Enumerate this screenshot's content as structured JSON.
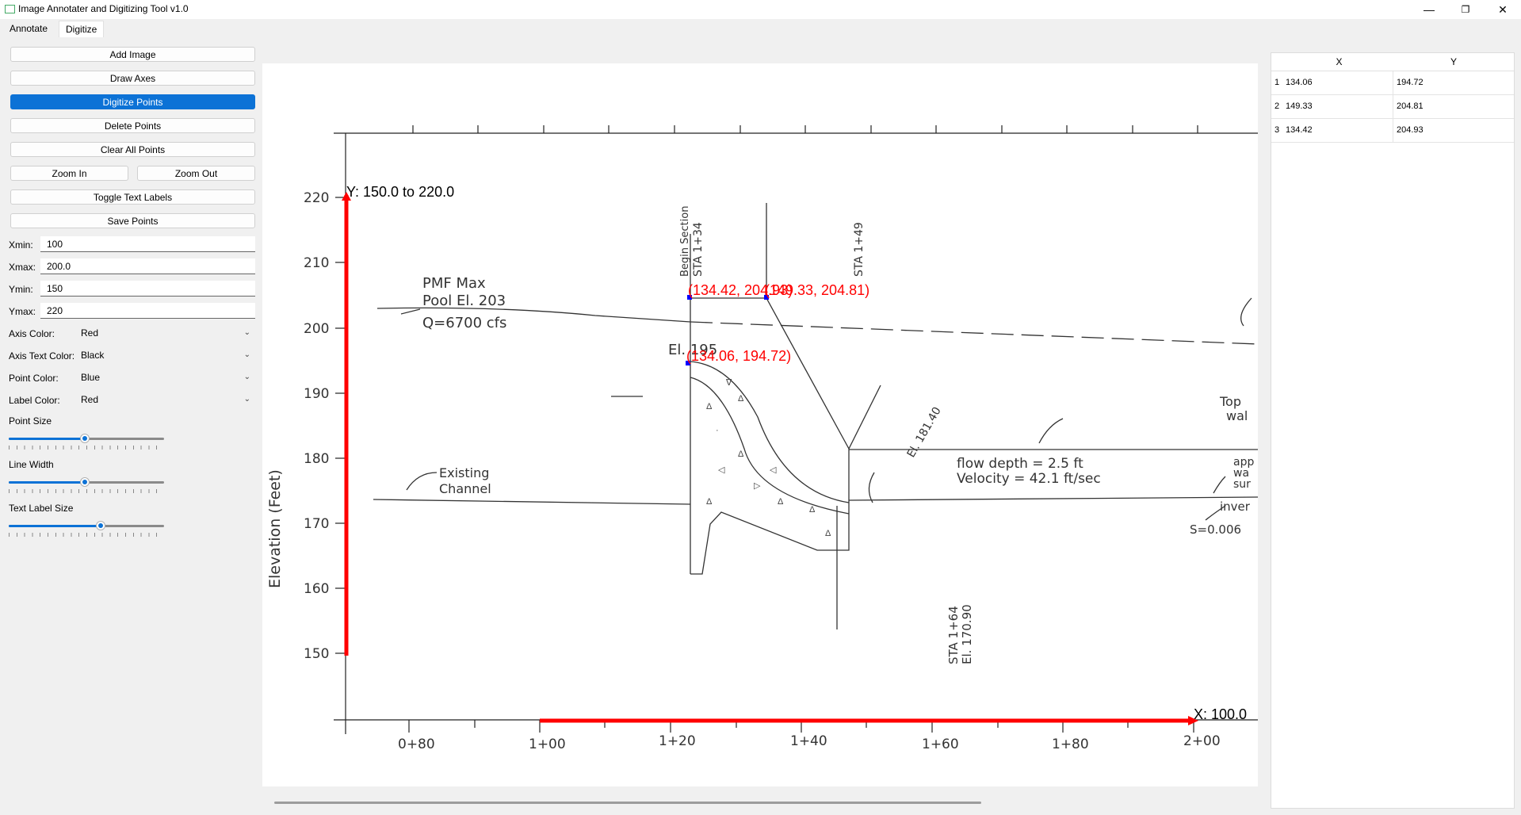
{
  "window": {
    "title": "Image Annotater and Digitizing Tool v1.0",
    "controls": [
      "—",
      "❐",
      "✕"
    ]
  },
  "tabs": [
    {
      "label": "Annotate",
      "active": false
    },
    {
      "label": "Digitize",
      "active": true
    }
  ],
  "buttons": {
    "add_image": "Add Image",
    "draw_axes": "Draw Axes",
    "digitize_points": "Digitize Points",
    "delete_points": "Delete Points",
    "clear_all": "Clear All Points",
    "zoom_in": "Zoom In",
    "zoom_out": "Zoom Out",
    "toggle_labels": "Toggle Text Labels",
    "save_points": "Save Points"
  },
  "fields": {
    "xmin": {
      "label": "Xmin:",
      "value": "100"
    },
    "xmax": {
      "label": "Xmax:",
      "value": "200.0"
    },
    "ymin": {
      "label": "Ymin:",
      "value": "150"
    },
    "ymax": {
      "label": "Ymax:",
      "value": "220"
    }
  },
  "combos": {
    "axis_color": {
      "label": "Axis Color:",
      "value": "Red"
    },
    "axis_text_color": {
      "label": "Axis Text Color:",
      "value": "Black"
    },
    "point_color": {
      "label": "Point Color:",
      "value": "Blue"
    },
    "label_color": {
      "label": "Label Color:",
      "value": "Red"
    }
  },
  "sliders": {
    "point_size": {
      "label": "Point Size",
      "level": 0.49
    },
    "line_width": {
      "label": "Line Width",
      "level": 0.49
    },
    "text_label_size": {
      "label": "Text Label Size",
      "level": 0.59
    }
  },
  "table": {
    "headers": [
      "X",
      "Y"
    ],
    "rows": [
      {
        "index": "1",
        "x": "134.06",
        "y": "194.72"
      },
      {
        "index": "2",
        "x": "149.33",
        "y": "204.81"
      },
      {
        "index": "3",
        "x": "134.42",
        "y": "204.93"
      }
    ]
  },
  "canvas": {
    "axis_color": "#ff0000",
    "point_color": "#0000ff",
    "label_color": "#ff0000",
    "y_axis_label": "Y: 150.0 to 220.0",
    "x_axis_label": "X: 100.0",
    "point_labels": [
      "(134.42, 204.93)",
      "(149.33, 204.81)",
      "(134.06, 194.72)"
    ],
    "drawing": {
      "y_title": "Elevation (Feet)",
      "y_ticks": [
        "220",
        "210",
        "200",
        "190",
        "180",
        "170",
        "160",
        "150"
      ],
      "x_ticks": [
        "0+80",
        "1+00",
        "1+20",
        "1+40",
        "1+60",
        "1+80",
        "2+00"
      ],
      "pmf": [
        "PMF Max",
        "Pool El. 203",
        "Q=6700 cfs"
      ],
      "el195": "El. 195",
      "begin": [
        "Begin Section",
        "STA 1+34"
      ],
      "sta149": "STA 1+49",
      "el181": "El. 181.40",
      "flow": [
        "flow depth = 2.5 ft",
        "Velocity = 42.1 ft/sec"
      ],
      "existing": [
        "Existing",
        "Channel"
      ],
      "sta164": [
        "STA 1+64",
        "El. 170.90"
      ],
      "top_wall": [
        "Top",
        "wal"
      ],
      "right_side": [
        "app",
        "wa",
        "sur"
      ],
      "invert": "inver",
      "slope": "S=0.006"
    }
  }
}
